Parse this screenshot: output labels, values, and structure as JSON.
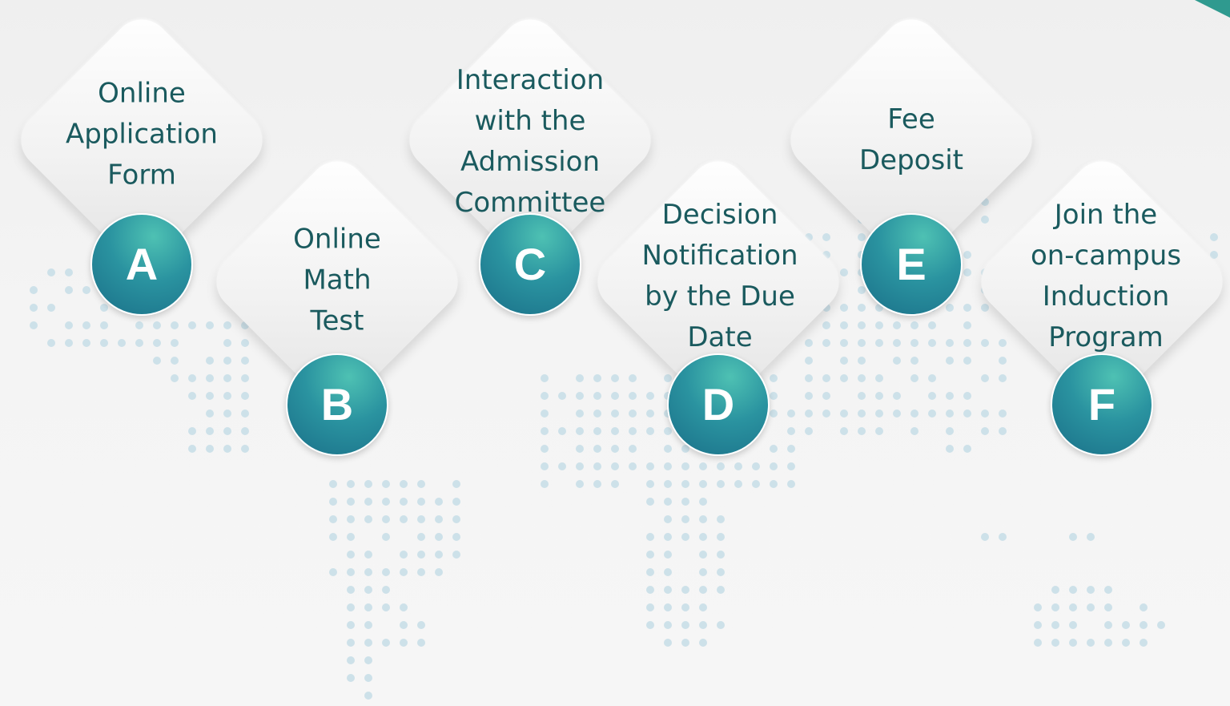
{
  "accent_color": "#1a6f88",
  "dot_color": "#c6dde6",
  "steps": [
    {
      "letter": "A",
      "label": "Online\nApplication\nForm"
    },
    {
      "letter": "B",
      "label": "Online\nMath\nTest"
    },
    {
      "letter": "C",
      "label": "Interaction\nwith the\nAdmission\nCommittee"
    },
    {
      "letter": "D",
      "label": "Decision\nNotification\nby the Due\nDate"
    },
    {
      "letter": "E",
      "label": "Fee\nDeposit"
    },
    {
      "letter": "F",
      "label": "Join the\non-campus\nInduction\nProgram"
    }
  ]
}
